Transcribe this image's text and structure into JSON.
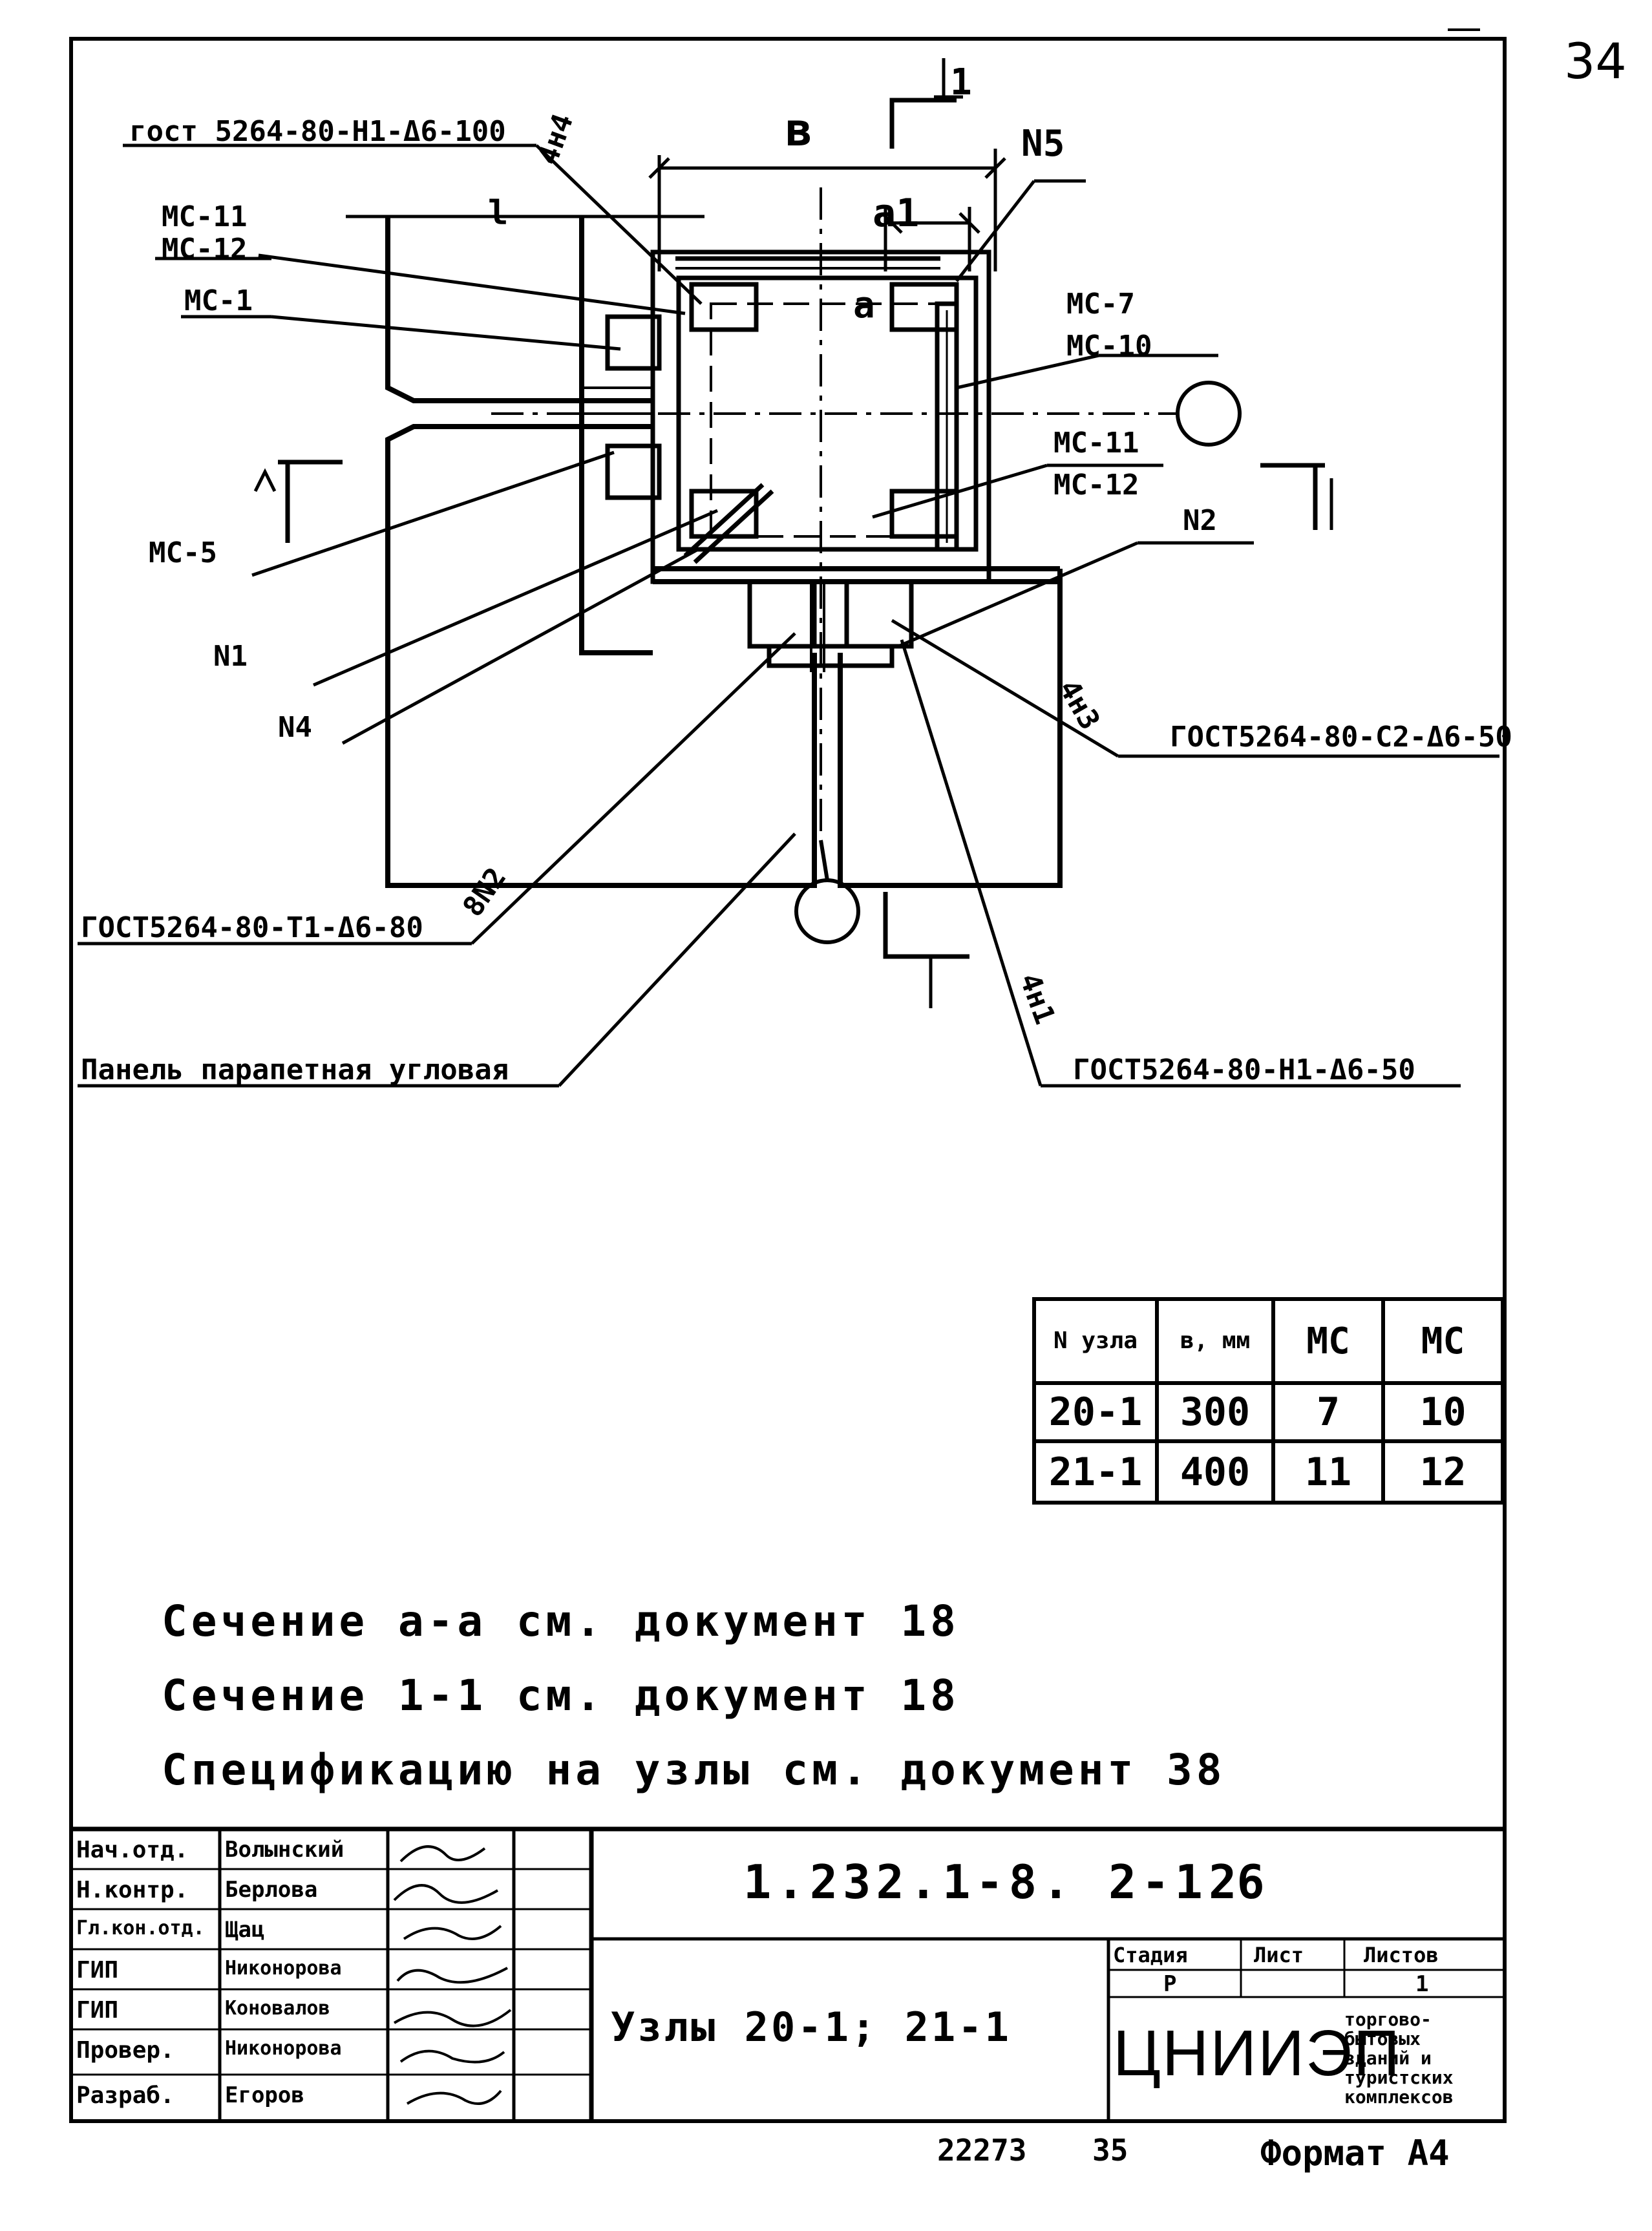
{
  "page_number": "34",
  "drawing": {
    "label_b": "в",
    "section_mark": "1",
    "label_n5": "N5",
    "label_a1": "а1",
    "label_a_top": "а",
    "label_l": "l",
    "label_4n4": "4н4",
    "weld_gost_top": "гост 5264-80-Н1-Δ6-100",
    "mc_11_12_top": [
      "МС-11",
      "МС-12"
    ],
    "mc_1": "МС-1",
    "mc_7_10": [
      "МС-7",
      "МС-10"
    ],
    "mc_11_12_right": [
      "МС-11",
      "МС-12"
    ],
    "mc_5": "МС-5",
    "label_n2": "N2",
    "label_n1": "N1",
    "label_n4": "N4",
    "label_4n3": "4н3",
    "weld_gost_right": "ГОСТ5264-80-С2-Δ6-50",
    "weld_gost_left": "ГОСТ5264-80-Т1-Δ6-80",
    "label_8n2": "8N2",
    "panel_label": "Панель парапетная угловая",
    "label_4n1": "4н1",
    "weld_gost_bottom": "ГОСТ5264-80-Н1-Δ6-50"
  },
  "table": {
    "headers": [
      "N узла",
      "в, мм",
      "МС",
      "МС"
    ],
    "rows": [
      [
        "20-1",
        "300",
        "7",
        "10"
      ],
      [
        "21-1",
        "400",
        "11",
        "12"
      ]
    ]
  },
  "notes": [
    "Сечение а-а см. документ 18",
    "Сечение 1-1 см. документ 18",
    "Спецификацию на узлы см. документ 38"
  ],
  "title_block": {
    "roles": [
      "Нач.отд.",
      "Н.контр.",
      "Гл.кон.отд.",
      "ГИП",
      "ГИП",
      "Провер.",
      "Разраб."
    ],
    "names": [
      "Волынский",
      "Берлова",
      "Щац",
      "Никонорова",
      "Коновалов",
      "Никонорова",
      "Егоров"
    ],
    "doc_code": "1.232.1-8. 2-1",
    "doc_sheet": "26",
    "title": "Узлы 20-1; 21-1",
    "stage_header": "Стадия",
    "sheet_header": "Лист",
    "sheets_header": "Листов",
    "stage_value": "Р",
    "sheets_value": "1",
    "org_logo": "ЦНИИЭП",
    "org_text": [
      "торгово-",
      "бытовых",
      "зданий и",
      "туристских",
      "комплексов"
    ]
  },
  "footer": {
    "inventory": "22273",
    "copy": "35",
    "format": "Формат А4"
  }
}
